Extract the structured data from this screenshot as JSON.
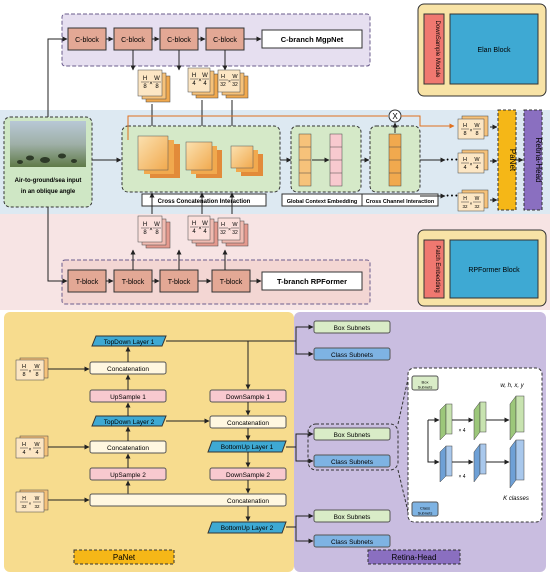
{
  "top_section": {
    "c_branch_title": "C-branch  MgpNet",
    "c_blocks": [
      "C-block",
      "C-block",
      "C-block",
      "C-block"
    ],
    "t_branch_title": "T-branch  RPFormer",
    "t_blocks": [
      "T-block",
      "T-block",
      "T-block",
      "T-block"
    ],
    "input_caption_1": "Air-to-ground/sea input",
    "input_caption_2": "in an oblique angle",
    "cross_concat_label": "Cross Concatenation Interaction",
    "global_context_label": "Global Context Embedding",
    "cross_channel_label": "Cross Channel Interaction",
    "multiply_symbol": "X",
    "panet_label": "PaNet",
    "retina_head_label": "Retina-Head",
    "downsample_module": "DownSample Module",
    "elan_block": "Elan Block",
    "patch_embedding": "Patch Embedding",
    "rpformer_block": "RPFormer Block",
    "dots": "• • •",
    "feat_h": "H",
    "feat_w": "W",
    "feat_d8": "8",
    "feat_d4": "4",
    "feat_d32": "32",
    "times": "×"
  },
  "bottom_section": {
    "topdown_1": "TopDown Layer 1",
    "topdown_2": "TopDown Layer 2",
    "concatenation": "Concatenation",
    "upsample_1": "UpSample 1",
    "upsample_2": "UpSample 2",
    "downsample_1": "DownSample 1",
    "downsample_2": "DownSample 2",
    "bottomup_1": "BottomUp Layer 1",
    "bottomup_2": "BottomUp Layer 2",
    "box_subnets": "Box Subnets",
    "class_subnets": "Class Subnets",
    "panet_label": "PaNet",
    "retina_head_label": "Retina-Head",
    "box_subnets_short": "Box\nSubnets",
    "class_subnets_short": "Class\nSubnets",
    "x4": "× 4",
    "wh_label": "w, h, x, y",
    "k_label": "K classes"
  },
  "colors": {
    "c_panel": "#e7e0f0",
    "cyan_band": "#dbe8f1",
    "pink_band": "#f6e3e3",
    "yellow_panel": "#f7dc8e",
    "purple_panel": "#c9bde0",
    "orange_tag": "#f7bd1b",
    "purple_tag": "#8a6fc0",
    "green_box": "#d9ecc7",
    "blue_box": "#7eb3e3",
    "teal_box": "#3ea9d3",
    "salmon_block": "#e8a89a",
    "orange_block": "#f2c27a",
    "pink_box": "#f8c9cf"
  }
}
